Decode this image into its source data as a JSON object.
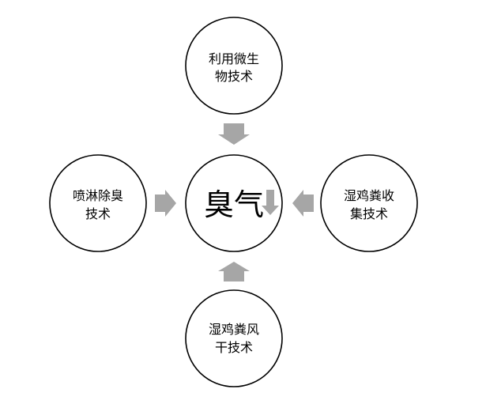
{
  "diagram": {
    "center": {
      "label": "臭气"
    },
    "nodes": {
      "top": {
        "line1": "利用微生",
        "line2": "物技术"
      },
      "left": {
        "line1": "喷淋除臭",
        "line2": "技术"
      },
      "right": {
        "line1": "湿鸡粪收",
        "line2": "集技术"
      },
      "bottom": {
        "line1": "湿鸡粪风",
        "line2": "干技术"
      }
    },
    "colors": {
      "arrow": "#a6a6a6",
      "stroke": "#000000",
      "background": "#ffffff"
    }
  }
}
